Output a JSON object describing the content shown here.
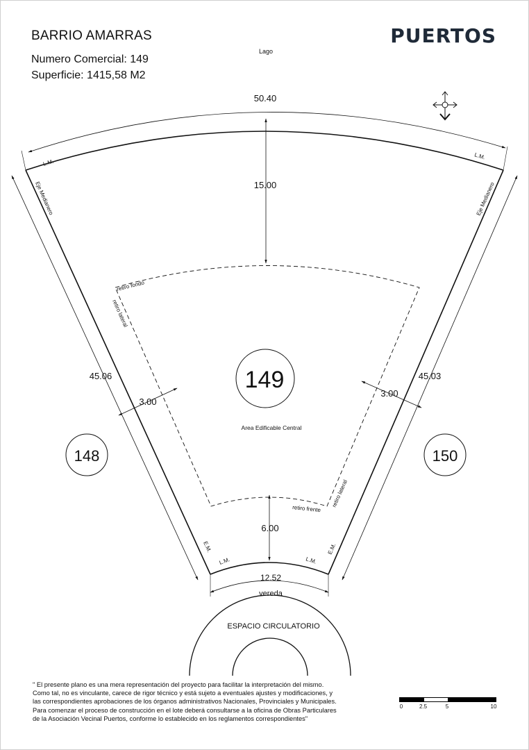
{
  "header": {
    "title": "BARRIO AMARRAS",
    "commercial_number": "Numero Comercial: 149",
    "surface": "Superficie: 1415,58 M2",
    "logo": "PUERTOS"
  },
  "plan": {
    "north_label": "Lago",
    "top_width": "50.40",
    "depth_setback": "15.00",
    "left_side": "45.06",
    "right_side": "45.03",
    "left_setback": "3.00",
    "right_setback": "3.00",
    "front_setback": "6.00",
    "front_width": "12.52",
    "lot_number": "149",
    "left_neighbor": "148",
    "right_neighbor": "150",
    "buildable_area": "Area Edificable Central",
    "retiro_fondo": "retiro fondo",
    "retiro_lateral_left": "retiro lateral",
    "retiro_lateral_right": "retiro lateral",
    "retiro_frente": "retiro frente",
    "eje_left": "Eje Medianero",
    "eje_right": "Eje Medianero",
    "lm_top_left": "L.M.",
    "lm_top_right": "L.M.",
    "lm_bottom_left": "L.M.",
    "lm_bottom_right": "L.M.",
    "em_left": "E.M.",
    "em_right": "E.M.",
    "sidewalk": "vereda",
    "circulation": "ESPACIO CIRCULATORIO"
  },
  "disclaimer": [
    "\" El presente plano es una mera representación del proyecto para facilitar la interpretación del mismo.",
    "Como tal, no es vinculante, carece de rigor técnico y está sujeto a eventuales ajustes y modificaciones, y",
    "las correspondientes aprobaciones de los órganos administrativos Nacionales, Provinciales y Municipales.",
    "Para comenzar el proceso de construcción en el lote deberá consultarse a la oficina de Obras Particulares",
    "de la Asociación Vecinal Puertos, conforme lo establecido en los reglamentos correspondientes\""
  ],
  "scale": {
    "labels": [
      "0",
      "2.5",
      "5",
      "10"
    ],
    "values": [
      0,
      2.5,
      5,
      10
    ]
  }
}
